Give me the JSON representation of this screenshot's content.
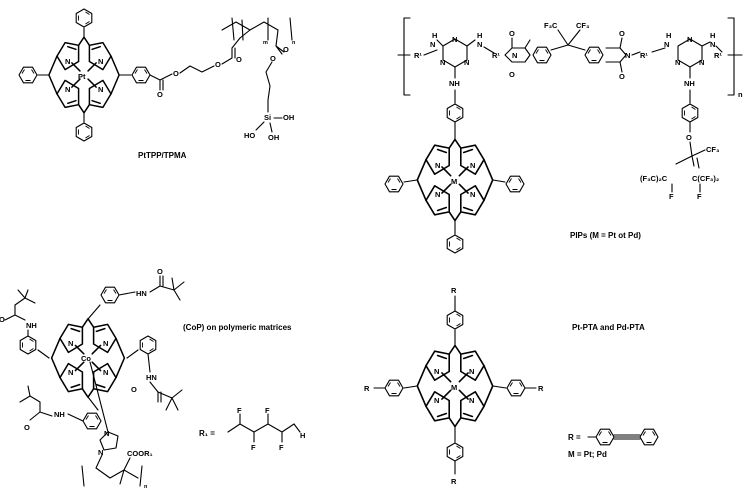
{
  "captions": {
    "pttpp": "PtTPP/TPMA",
    "pips": "PIPs (M = Pt ot Pd)",
    "cop": "(CoP) on polymeric matrices",
    "ptpta": "Pt-PTA and Pd-PTA"
  },
  "r_definitions": {
    "r_label": "R =",
    "m_label": "M = Pt; Pd",
    "r1_label": "R₁ ="
  },
  "atoms": {
    "n": "N",
    "pt": "Pt",
    "m": "M",
    "co": "Co",
    "nh": "NH",
    "hn": "HN",
    "h": "H",
    "o": "O",
    "oh": "OH",
    "ho": "HO",
    "si": "Si",
    "f": "F",
    "r": "R",
    "r1": "R¹",
    "cf3": "CF₃",
    "f3c": "F₃C",
    "f3c2c": "(F₃C)₂C",
    "ccf32": "C(CF₃)₂",
    "coor1": "COOR₁",
    "n_sub": "n",
    "m_sub": "m"
  }
}
